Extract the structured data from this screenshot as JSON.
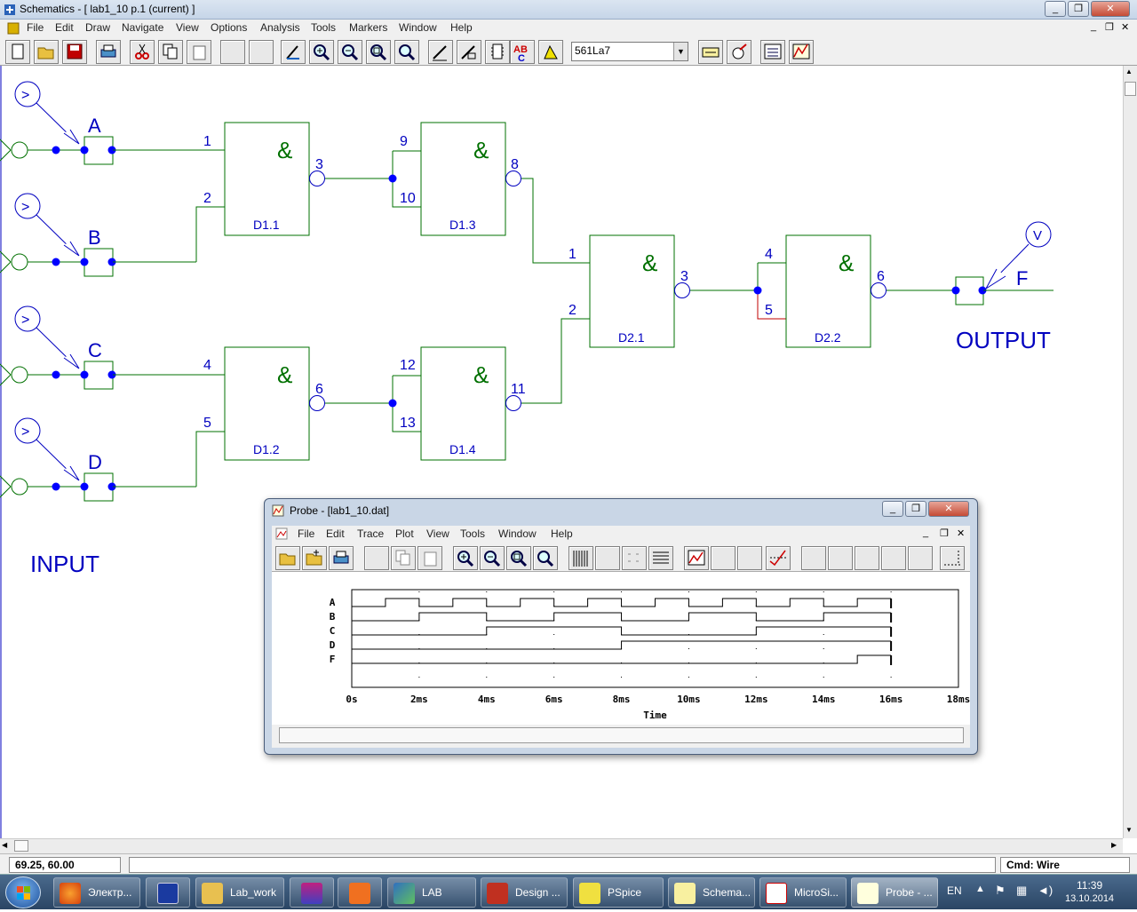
{
  "window": {
    "title": "Schematics - [ lab1_10  p.1 (current) ]"
  },
  "menu": [
    "File",
    "Edit",
    "Draw",
    "Navigate",
    "View",
    "Options",
    "Analysis",
    "Tools",
    "Markers",
    "Window",
    "Help"
  ],
  "toolbar": {
    "part_combo": "561La7",
    "icons": [
      "new-icon",
      "open-icon",
      "save-icon",
      "print-icon",
      "cut-icon",
      "copy-icon",
      "paste-icon",
      "blank-icon",
      "blank-icon",
      "wire-icon",
      "zoom-in-icon",
      "zoom-out-icon",
      "zoom-area-icon",
      "zoom-fit-icon",
      "draw-bus-icon",
      "draw-block-icon",
      "get-part-icon",
      "spell-icon",
      "simulate-icon",
      "attribute-icon",
      "symbol-editor-icon",
      "setup-icon",
      "probe-icon"
    ]
  },
  "schematic": {
    "inputs": [
      "A",
      "B",
      "C",
      "D"
    ],
    "output_label": "F",
    "input_caption": "INPUT",
    "output_caption": "OUTPUT",
    "marker_v": "V",
    "marker_d": ">",
    "and_symbol": "&",
    "gates": [
      {
        "name": "D1.1",
        "pins": [
          "1",
          "2",
          "3"
        ]
      },
      {
        "name": "D1.2",
        "pins": [
          "4",
          "5",
          "6"
        ]
      },
      {
        "name": "D1.3",
        "pins": [
          "9",
          "10",
          "8"
        ]
      },
      {
        "name": "D1.4",
        "pins": [
          "12",
          "13",
          "11"
        ]
      },
      {
        "name": "D2.1",
        "pins": [
          "1",
          "2",
          "3"
        ]
      },
      {
        "name": "D2.2",
        "pins": [
          "4",
          "5",
          "6"
        ]
      }
    ],
    "wire_color": "#007000",
    "gate_color": "#007000",
    "pin_color": "#0000c0",
    "node_color": "#0000ff"
  },
  "status": {
    "coords": "69.25, 60.00",
    "cmd_label": "Cmd:",
    "cmd_value": "Wire"
  },
  "probe": {
    "title": "Probe - [lab1_10.dat]",
    "menu": [
      "File",
      "Edit",
      "Trace",
      "Plot",
      "View",
      "Tools",
      "Window",
      "Help"
    ],
    "chart_data": {
      "type": "line",
      "xlabel": "Time",
      "xlim": [
        0,
        18
      ],
      "x_ticks": [
        "0s",
        "2ms",
        "4ms",
        "6ms",
        "8ms",
        "10ms",
        "12ms",
        "14ms",
        "16ms",
        "18ms"
      ],
      "series": [
        {
          "name": "A",
          "period_ms": 2,
          "start_ms": 1,
          "end_ms": 16
        },
        {
          "name": "B",
          "period_ms": 4,
          "start_ms": 2,
          "end_ms": 16
        },
        {
          "name": "C",
          "period_ms": 8,
          "start_ms": 4,
          "end_ms": 16
        },
        {
          "name": "D",
          "period_ms": 16,
          "start_ms": 8,
          "end_ms": 16
        },
        {
          "name": "F",
          "high_from_ms": 15,
          "end_ms": 16
        }
      ]
    }
  },
  "taskbar": {
    "items": [
      "Электр...",
      "Lab_work",
      "LAB",
      "Design ...",
      "PSpice",
      "Schema...",
      "MicroSi...",
      "Probe - ..."
    ],
    "lang": "EN",
    "time": "11:39",
    "date": "13.10.2014"
  }
}
